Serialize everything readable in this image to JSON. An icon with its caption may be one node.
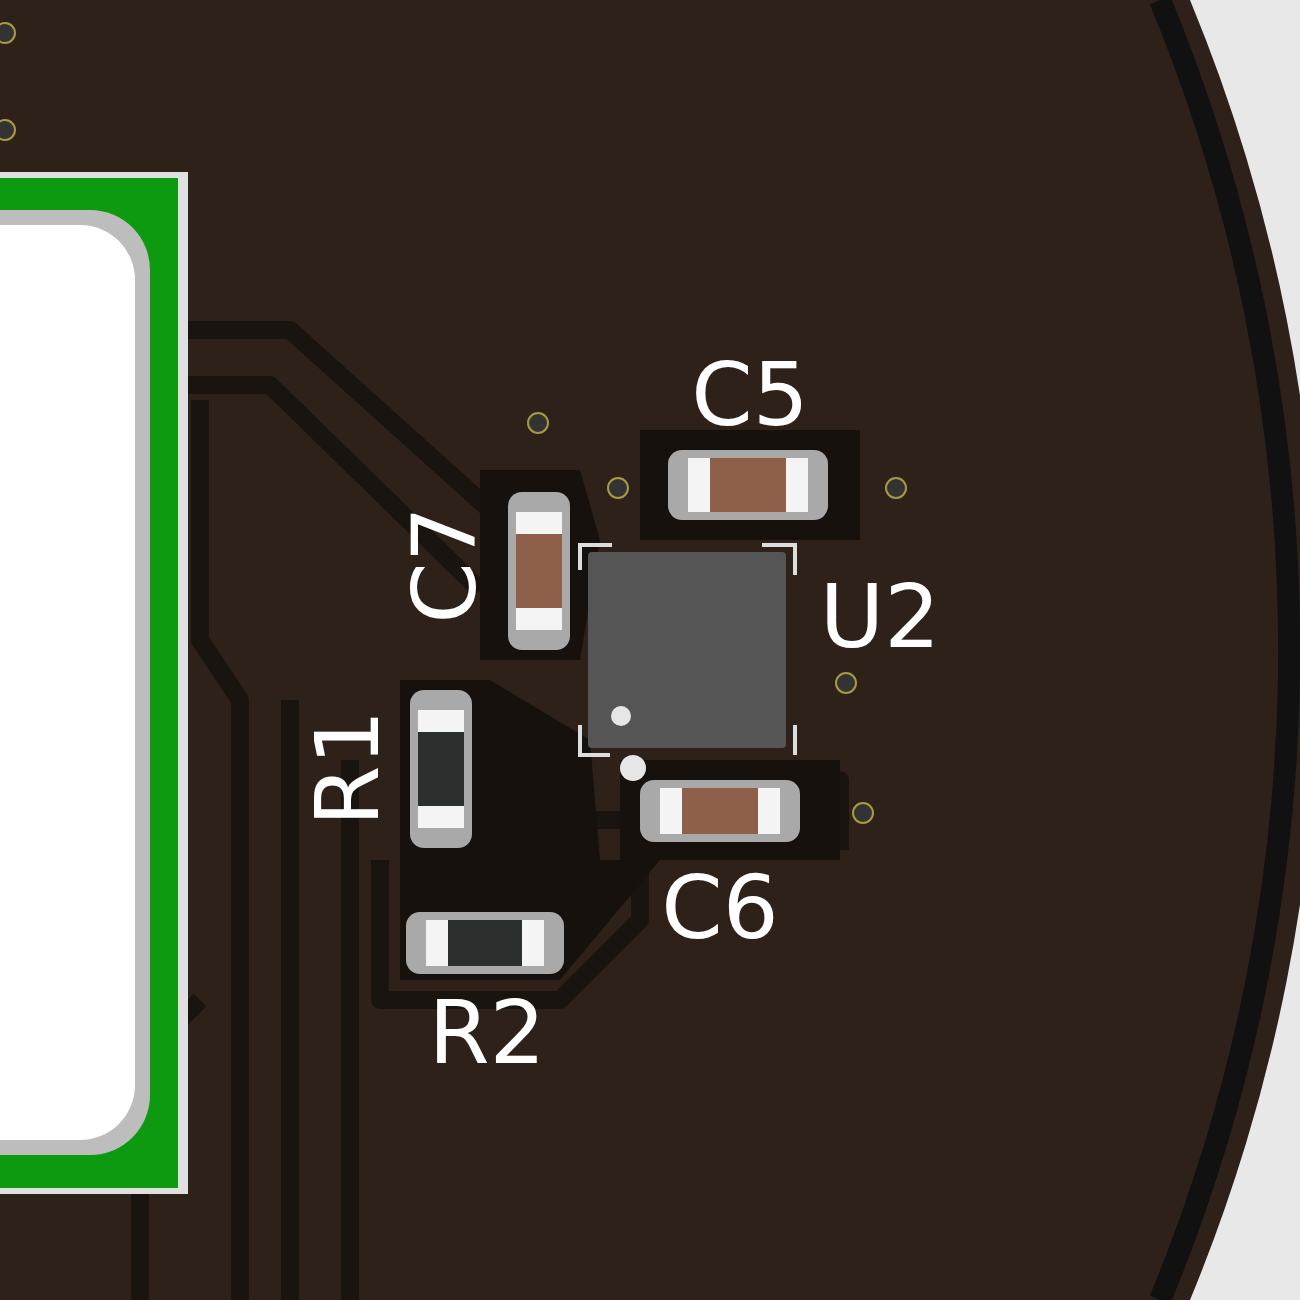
{
  "diagram": {
    "labels": [
      "C5",
      "C7",
      "U2",
      "R1",
      "C6",
      "R2"
    ]
  }
}
